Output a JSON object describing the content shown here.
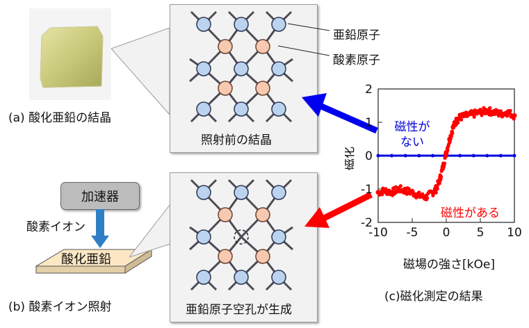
{
  "panel_a": {
    "caption": "(a) 酸化亜鉛の結晶"
  },
  "lattice_top": {
    "caption": "照射前の結晶",
    "label_zinc": "亜鉛原子",
    "label_oxygen": "酸素原子"
  },
  "panel_b": {
    "caption": "(b) 酸素イオン照射",
    "accelerator": "加速器",
    "ion_label": "酸素イオン",
    "sample": "酸化亜鉛"
  },
  "lattice_bottom": {
    "caption": "亜鉛原子空孔が生成"
  },
  "panel_c": {
    "caption": "(c)磁化測定の結果"
  },
  "colors": {
    "zinc": "#bcd3f0",
    "oxygen": "#f6c9b0",
    "magnetic": "#ff0000",
    "nonmagnetic": "#0000dd",
    "arrow_blue": "#0000ee",
    "arrow_red": "#ff0000",
    "ion_arrow": "#2f7fc7"
  },
  "chart_data": {
    "type": "scatter",
    "xlabel": "磁場の強さ[kOe]",
    "ylabel": "磁化",
    "xlim": [
      -10,
      10
    ],
    "ylim": [
      -2,
      2
    ],
    "xticks": [
      "-10",
      "-5",
      "0",
      "5",
      "10"
    ],
    "yticks": [
      "-2",
      "-1",
      "0",
      "1",
      "2"
    ],
    "grid": false,
    "series": [
      {
        "name": "磁性がない",
        "color": "#0000dd",
        "x": [
          -10,
          -8,
          -6,
          -4,
          -2,
          0,
          2,
          4,
          6,
          8,
          10
        ],
        "y": [
          0,
          0,
          0,
          0,
          0,
          0,
          0,
          0,
          0,
          0,
          0
        ]
      },
      {
        "name": "磁性がある",
        "color": "#ff0000",
        "x": [
          -10,
          -9,
          -8,
          -7,
          -6,
          -5,
          -4,
          -3,
          -2,
          -1.5,
          -1,
          -0.5,
          0,
          0.5,
          1,
          1.5,
          2,
          3,
          4,
          5,
          6,
          7,
          8,
          9,
          10
        ],
        "y": [
          -1.1,
          -1.05,
          -1.1,
          -1.0,
          -1.05,
          -1.1,
          -1.2,
          -1.25,
          -1.1,
          -1.0,
          -0.75,
          -0.35,
          0.1,
          0.5,
          0.85,
          1.05,
          1.15,
          1.2,
          1.25,
          1.3,
          1.35,
          1.3,
          1.25,
          1.3,
          1.2
        ]
      }
    ]
  }
}
